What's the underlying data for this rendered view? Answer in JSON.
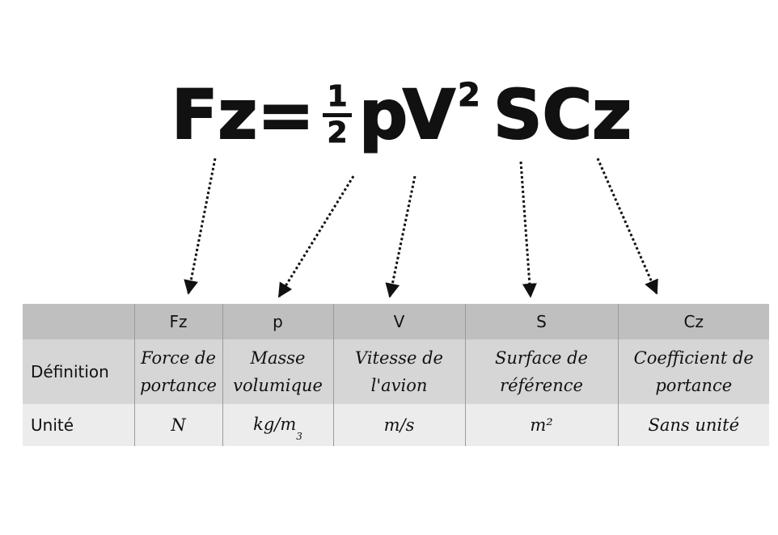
{
  "formula": {
    "lhs": "Fz=",
    "frac_num": "1",
    "frac_den": "2",
    "rho": "p",
    "v": "V",
    "exp": "2",
    "s_cz": "SCz"
  },
  "table": {
    "columns": [
      "",
      "Fz",
      "p",
      "V",
      "S",
      "Cz"
    ],
    "rows": [
      {
        "label": "Définition",
        "cells": [
          [
            "Force de",
            "portance"
          ],
          [
            "Masse",
            "volumique"
          ],
          [
            "Vitesse de",
            "l'avion"
          ],
          [
            "Surface de",
            "référence"
          ],
          [
            "Coefficient de",
            "portance"
          ]
        ]
      },
      {
        "label": "Unité",
        "cells": [
          "N",
          "kg/m",
          "m/s",
          "m²",
          "Sans unité"
        ],
        "kg_sub": "3"
      }
    ]
  }
}
